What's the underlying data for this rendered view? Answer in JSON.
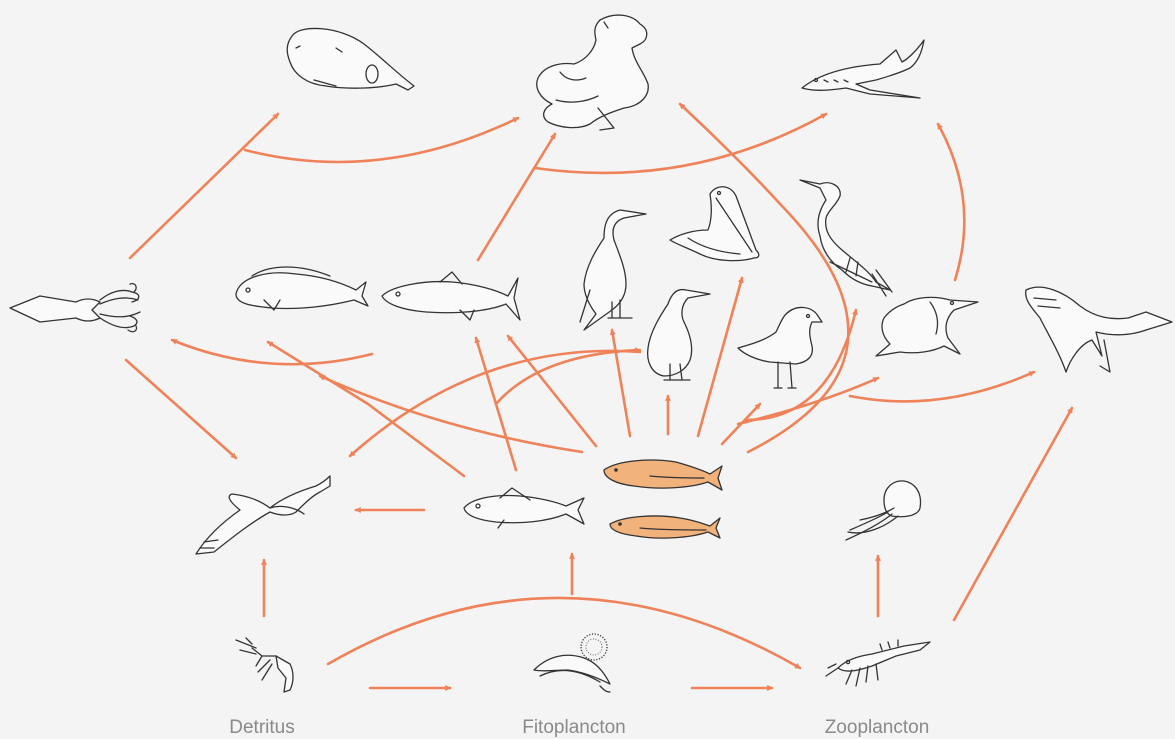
{
  "labels": {
    "detritus": "Detritus",
    "fitoplancton": "Fitoplancton",
    "zooplancton": "Zooplancton"
  },
  "colors": {
    "arrow": "#ef8258",
    "highlight": "#f2b27c",
    "outline": "#333333",
    "label": "#8a8a8a",
    "background": "#f4f4f4"
  },
  "nodes": [
    {
      "id": "sperm-whale",
      "icon": "sperm-whale-icon"
    },
    {
      "id": "sea-lion",
      "icon": "sea-lion-icon"
    },
    {
      "id": "shark",
      "icon": "shark-icon"
    },
    {
      "id": "squid",
      "icon": "squid-icon"
    },
    {
      "id": "dorado",
      "icon": "dorado-icon"
    },
    {
      "id": "tuna",
      "icon": "tuna-icon"
    },
    {
      "id": "booby",
      "icon": "booby-icon"
    },
    {
      "id": "pelican",
      "icon": "pelican-icon"
    },
    {
      "id": "cormorant-perched",
      "icon": "cormorant-icon"
    },
    {
      "id": "cormorant-standing",
      "icon": "cormorant-icon"
    },
    {
      "id": "gull",
      "icon": "gull-icon"
    },
    {
      "id": "penguin",
      "icon": "penguin-icon"
    },
    {
      "id": "humpback-whale",
      "icon": "humpback-whale-icon"
    },
    {
      "id": "albatross",
      "icon": "albatross-icon"
    },
    {
      "id": "hake",
      "icon": "hake-icon"
    },
    {
      "id": "anchovy",
      "icon": "anchovy-icon",
      "highlighted": true
    },
    {
      "id": "sardine",
      "icon": "sardine-icon",
      "highlighted": true
    },
    {
      "id": "jellyfish",
      "icon": "jellyfish-icon"
    },
    {
      "id": "detritus",
      "icon": "detritus-crustacean-icon"
    },
    {
      "id": "phytoplankton",
      "icon": "phytoplankton-icon"
    },
    {
      "id": "zooplankton",
      "icon": "krill-icon"
    }
  ]
}
